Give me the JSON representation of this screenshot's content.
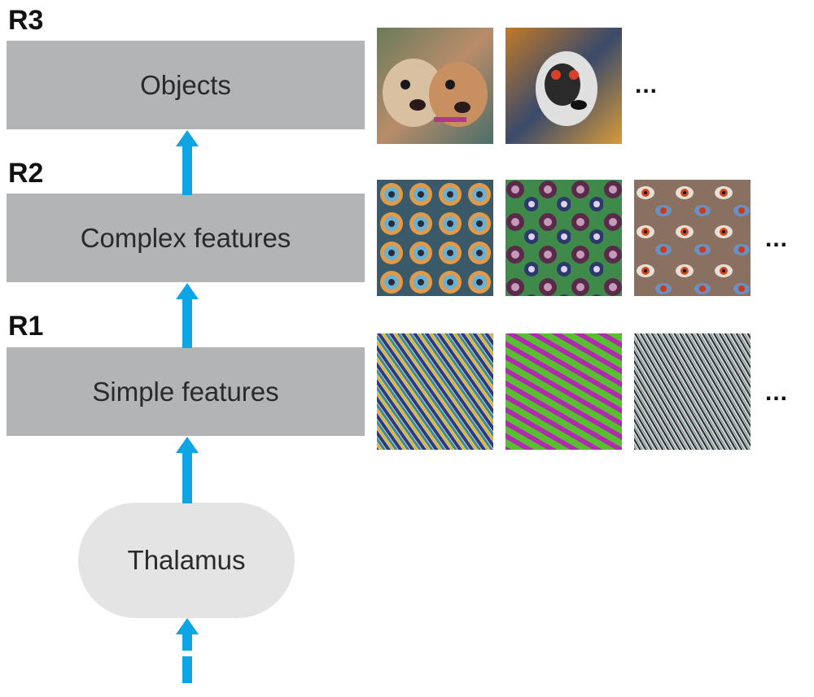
{
  "regions": [
    {
      "id": "R3",
      "label": "R3",
      "box": "Objects",
      "ellipsis": "..."
    },
    {
      "id": "R2",
      "label": "R2",
      "box": "Complex features",
      "ellipsis": "..."
    },
    {
      "id": "R1",
      "label": "R1",
      "box": "Simple features",
      "ellipsis": "..."
    }
  ],
  "thalamus": "Thalamus",
  "colors": {
    "box": "#b3b4b6",
    "thalamus": "#e4e4e4",
    "arrow": "#0ea5e4"
  },
  "thumbnails": {
    "R3": [
      "dogs-visualization",
      "furry-creature-visualization"
    ],
    "R2": [
      "swirl-texture-visualization",
      "dots-texture-visualization",
      "eyes-texture-visualization"
    ],
    "R1": [
      "stripe-pattern-colorful",
      "stripe-pattern-green-magenta",
      "stripe-pattern-fine"
    ]
  }
}
